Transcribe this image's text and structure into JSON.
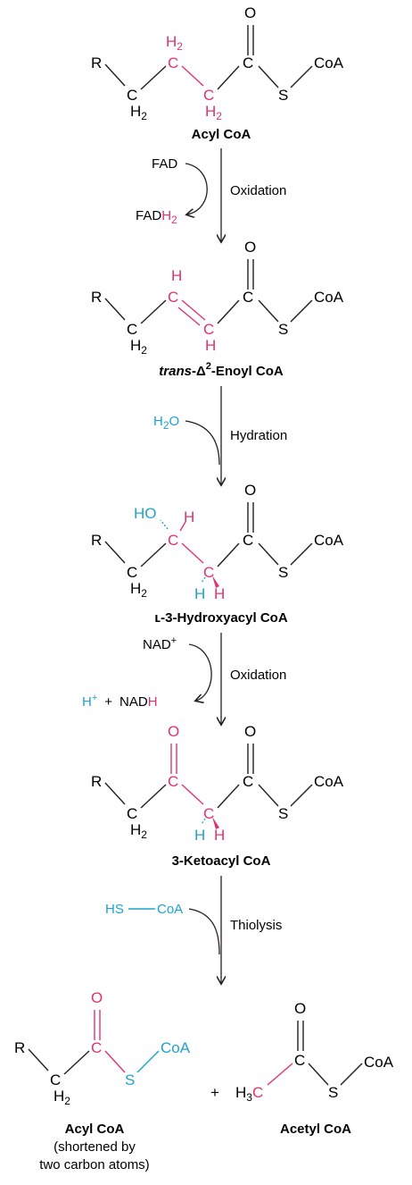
{
  "colors": {
    "ink": "#231f20",
    "pink": "#e0336e",
    "blue": "#1ea3cf"
  },
  "atoms": {
    "R": "R",
    "C": "C",
    "O": "O",
    "S": "S",
    "H": "H",
    "HO": "HO",
    "CoA": "CoA",
    "H2": "H",
    "two": "2",
    "H3": "H",
    "three": "3"
  },
  "labels": {
    "acyl_coa": "Acyl CoA",
    "trans_prefix": "trans",
    "trans_delta": "-Δ",
    "trans_sup": "2",
    "trans_suffix": "-Enoyl CoA",
    "hydroxyacyl": "ʟ-3-Hydroxyacyl CoA",
    "ketoacyl": "3-Ketoacyl CoA",
    "acyl_short": "Acyl CoA",
    "acyl_short_note1": "(shortened by",
    "acyl_short_note2": "two carbon atoms)",
    "acetyl": "Acetyl CoA",
    "plus": "+"
  },
  "steps": [
    {
      "name": "Oxidation",
      "in": "FAD",
      "out_a": "FAD",
      "out_b": "H",
      "out_sub": "2"
    },
    {
      "name": "Hydration",
      "in_a": "H",
      "in_sub": "2",
      "in_b": "O"
    },
    {
      "name": "Oxidation",
      "in": "NAD",
      "in_sup": "+",
      "out_h": "H",
      "out_hsup": "+",
      "out_plus": "+",
      "out_nad": "NAD",
      "out_nadh": "H"
    },
    {
      "name": "Thiolysis",
      "in_a": "HS",
      "in_b": "CoA"
    }
  ]
}
